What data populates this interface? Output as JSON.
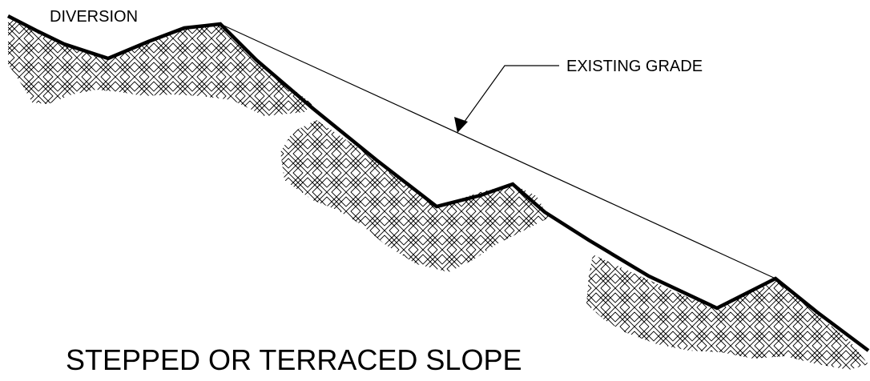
{
  "labels": {
    "diversion": "DIVERSION",
    "existing_grade": "EXISTING GRADE",
    "title": "STEPPED OR TERRACED SLOPE"
  },
  "colors": {
    "line": "#000000",
    "hatch": "#000000",
    "background": "#ffffff"
  }
}
